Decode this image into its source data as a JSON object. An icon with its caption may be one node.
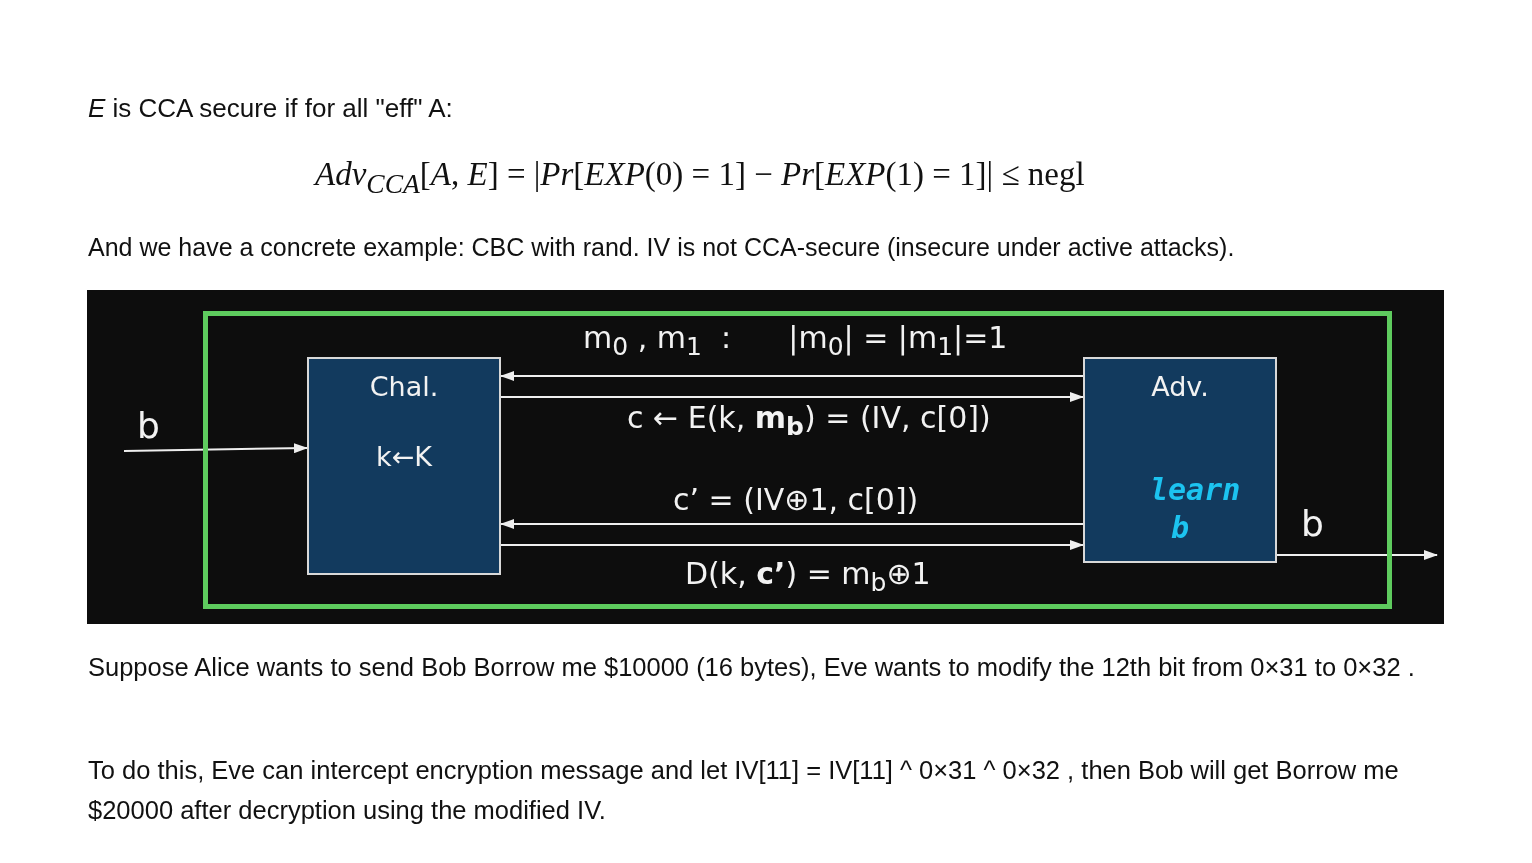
{
  "diagram": {
    "nodes": [
      {
        "text": [],
        "shape": "box"
      },
      {
        "text": [
          "Chal.",
          "k←K"
        ],
        "in": 0
      },
      {
        "text": [
          "Adv.",
          "learn b"
        ],
        "in": 0
      }
    ],
    "edges": [
      {
        "from": null,
        "to": 1,
        "arrow": "to",
        "label": "b"
      },
      {
        "from": 2,
        "to": 1,
        "arrow": "to",
        "label": "m$_{0}$ , m$_{1}$  :      |m$_{0}$| = |m$_{1}$|=1"
      },
      {
        "from": 1,
        "to": 2,
        "arrow": "to",
        "label": "c ← E(k, **m$_{b}$**) = (IV, c[0])"
      },
      {
        "from": 2,
        "to": 1,
        "arrow": "to",
        "label": "c’ = (IV⊕1, c[0])"
      },
      {
        "from": 1,
        "to": 2,
        "arrow": "to",
        "label": "D(k, **c’**) = m$_{b}$⊕1"
      },
      {
        "from": 2,
        "to": null,
        "arrow": "to",
        "label": "b"
      }
    ],
    "labels": [
      "*E* is CCA secure if for all \"eff\" A:",
      "*Adv*$_{CCA}$[*A*, *E*] = |*Pr*[*EXP*(0) = 1] − *Pr*[*EXP*(1) = 1]| ≤ negl",
      "And we have a concrete example: CBC with rand. IV is not CCA-secure (insecure under active attacks).",
      "Suppose Alice wants to send Bob Borrow me $10000 (16 bytes), Eve wants to modify the 12th bit from 0×31 to 0×32 .",
      "To do this, Eve can intercept encryption message and let IV[11] = IV[11] ^ 0×31 ^ 0×32 , then Bob will get Borrow me $20000 after decryption using the modified IV."
    ]
  }
}
